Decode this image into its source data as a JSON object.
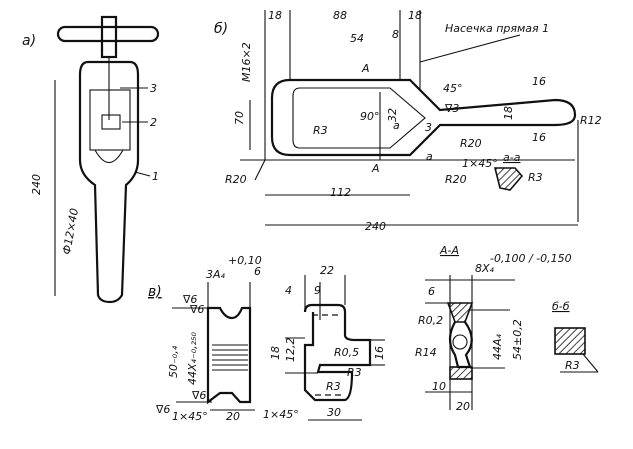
{
  "view_a": {
    "label": "а)",
    "callouts": [
      "3",
      "2",
      "1"
    ],
    "height_dim": "240",
    "hole_dim": "Ф12×40"
  },
  "view_b": {
    "label": "б)",
    "dims_top": [
      "18",
      "88",
      "18",
      "54",
      "8"
    ],
    "note": "Насечка прямая 1",
    "thread": "М16×2",
    "width": "70",
    "r3": "R3",
    "angle90": "90°",
    "d32": "32",
    "a_mark": "а",
    "d3": "3",
    "r20_right": "R20",
    "d18": "18",
    "d16_top": "16",
    "d16_bottom": "16",
    "r12": "R12",
    "section_a_top": "А",
    "section_a_bottom": "А",
    "a_mark2": "а",
    "r20_lower": "R20",
    "chamfer": "1×45°",
    "section_aa": "а-а",
    "r3_section": "R3",
    "r20_left": "R20",
    "d112": "112",
    "d240": "240",
    "angle45": "45°",
    "rough": "∇3"
  },
  "view_c": {
    "label": "в)",
    "d3a4": "3А₄",
    "tol_3a4": "+0,10",
    "d6": "6",
    "rough1": "∇6",
    "rough2": "∇6",
    "d50": "50₋₀,₄",
    "d44": "44Х₄₋₀,₂₅₀",
    "rough3": "∇6",
    "rough4": "∇6",
    "chamfer_left": "1×45°",
    "d20": "20",
    "chamfer_right": "1×45°"
  },
  "view_mid": {
    "d22": "22",
    "d4": "4",
    "d9": "9",
    "d18": "18",
    "d12_2": "12,2",
    "r05": "R0,5",
    "r3a": "R3",
    "r3b": "R3",
    "d16": "16",
    "d30": "30"
  },
  "section_AA": {
    "title": "А-А",
    "d8x4": "8Х₄",
    "tol": "-0,100 / -0,150",
    "d6": "6",
    "r02": "R0,2",
    "r14": "R14",
    "d44a4": "44А₄",
    "d54": "54±0,2",
    "d10": "10",
    "d20": "20"
  },
  "section_bb": {
    "title": "б-б",
    "r3": "R3"
  }
}
